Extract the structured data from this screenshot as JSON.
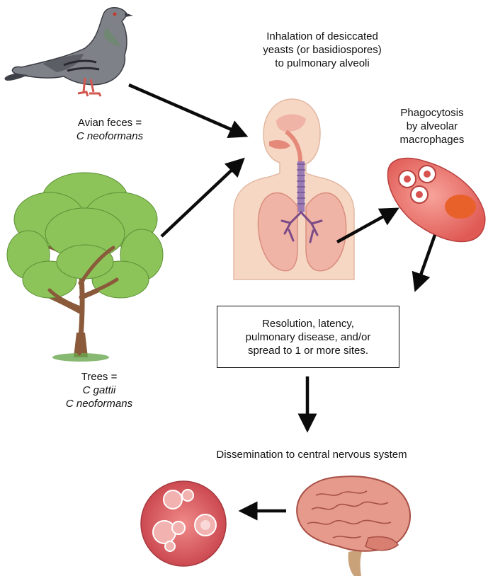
{
  "labels": {
    "bird": [
      "Avian feces =",
      "C neoformans"
    ],
    "tree": [
      "Trees =",
      "C gattii",
      "C neoformans"
    ],
    "inhalation": [
      "Inhalation of desiccated",
      "yeasts (or basidiospores)",
      "to pulmonary alveoli"
    ],
    "phagocytosis": [
      "Phagocytosis",
      "by alveolar",
      "macrophages"
    ],
    "outcomes": [
      "Resolution, latency,",
      "pulmonary disease, and/or",
      "spread to 1 or more sites."
    ],
    "dissemination": "Dissemination to central nervous system"
  },
  "colors": {
    "arrow": "#0b0b0b",
    "skin": "#f6d7c4",
    "lung": "#f0b4a6",
    "macrophage": "#e46a62",
    "tissue": "#d9565c",
    "brain": "#e59a8c",
    "leaf": "#8cc45a",
    "trunk": "#8a5a3a"
  }
}
